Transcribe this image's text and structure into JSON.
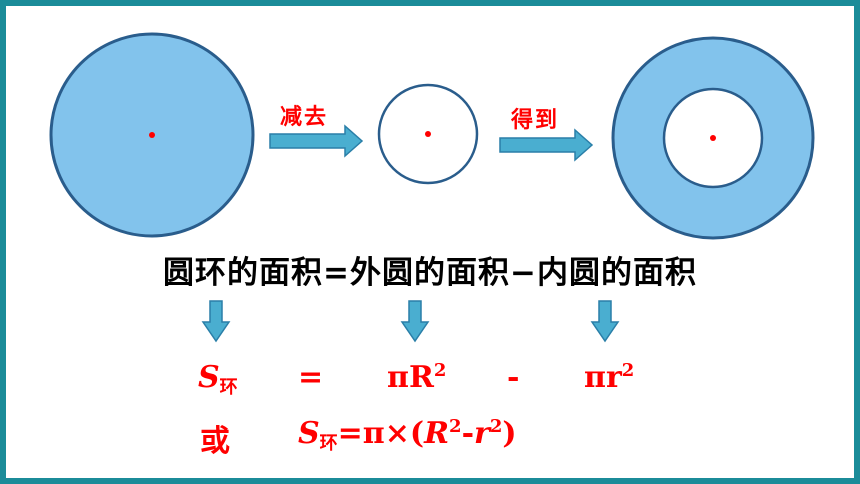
{
  "colors": {
    "border": "#1b8c99",
    "disk_fill": "#82c3ec",
    "outline": "#2a5d8c",
    "arrow_fill": "#4aaed0",
    "accent": "#ff0000",
    "text": "#000000"
  },
  "labels": {
    "subtract": "减去",
    "get": "得到"
  },
  "sentence": "圆环的面积=外圆的面积−内圆的面积",
  "formula1": {
    "s": "S",
    "s_sub": "环",
    "eq": "=",
    "pi_r_big": "πR",
    "exp": "2",
    "minus": "-",
    "pi_r_small": "πr"
  },
  "formula2": {
    "or": "或",
    "s": "S",
    "s_sub": "环",
    "rest_a": "=π×(",
    "r_big": "R",
    "exp1": "2",
    "dash": "-",
    "r_small": "r",
    "exp2": "2",
    "close": ")"
  }
}
